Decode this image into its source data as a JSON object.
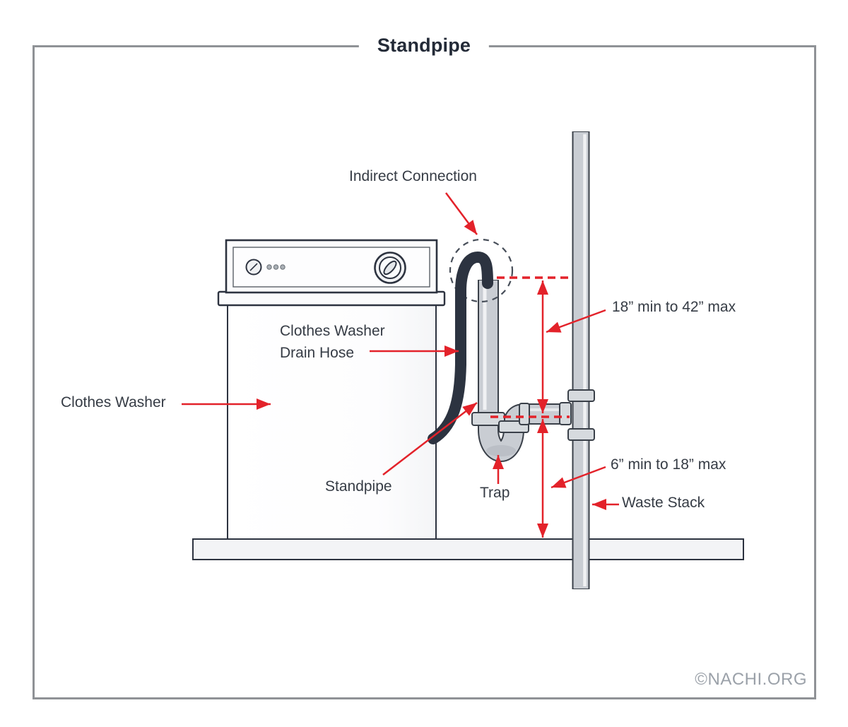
{
  "title": "Standpipe",
  "copyright": "©NACHI.ORG",
  "labels": {
    "indirect_connection": "Indirect Connection",
    "drain_hose_line1": "Clothes Washer",
    "drain_hose_line2": "Drain Hose",
    "clothes_washer": "Clothes Washer",
    "standpipe": "Standpipe",
    "trap": "Trap",
    "waste_stack": "Waste Stack"
  },
  "measurements": {
    "standpipe_height_range": "18” min to 42” max",
    "trap_to_floor_range": "6” min to 18” max"
  },
  "colors": {
    "accent_red": "#e3222a",
    "pipe_fill": "#c9cdd3",
    "pipe_outline": "#3a4049",
    "hose_dark": "#2c3340",
    "washer_outline": "#2d3340",
    "label_text": "#363c45",
    "frame_border": "#8f9296",
    "copyright_gray": "#9ba1a9",
    "floor_fill": "#f3f4f6"
  }
}
